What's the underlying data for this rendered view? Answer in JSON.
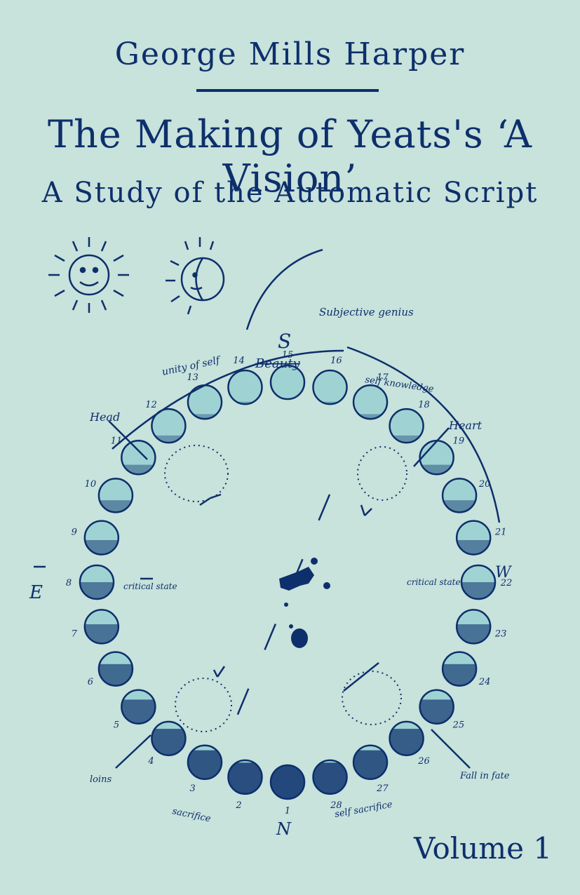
{
  "author": "George Mills Harper",
  "title": "The Making of Yeats's ‘A Vision’",
  "subtitle": "A Study of the Automatic Script",
  "volume": "Volume 1",
  "colors": {
    "background": "#c8e2dc",
    "ink": "#0d2f6b",
    "moon_fill": "#9fd3d3"
  },
  "diagram": {
    "compass": {
      "south": "S",
      "north": "N",
      "east": "E",
      "west": "W"
    },
    "annotations": {
      "beauty": "Beauty",
      "subjective_genius": "Subjective genius",
      "unity_of_self": "unity of self",
      "self_knowledge": "self knowledge",
      "head_left": "Head",
      "heart_right": "Heart",
      "critical_state_left": "critical state",
      "critical_state_right": "critical state",
      "loins": "loins",
      "self_sacrifice": "self sacrifice",
      "fall_into_fate": "Fall in fate",
      "sacrifice": "sacrifice"
    },
    "phase_numbers": [
      "1",
      "2",
      "3",
      "4",
      "5",
      "6",
      "7",
      "8",
      "9",
      "10",
      "11",
      "12",
      "13",
      "14",
      "15",
      "16",
      "17",
      "18",
      "19",
      "20",
      "21",
      "22",
      "23",
      "24",
      "25",
      "26",
      "27",
      "28"
    ]
  }
}
